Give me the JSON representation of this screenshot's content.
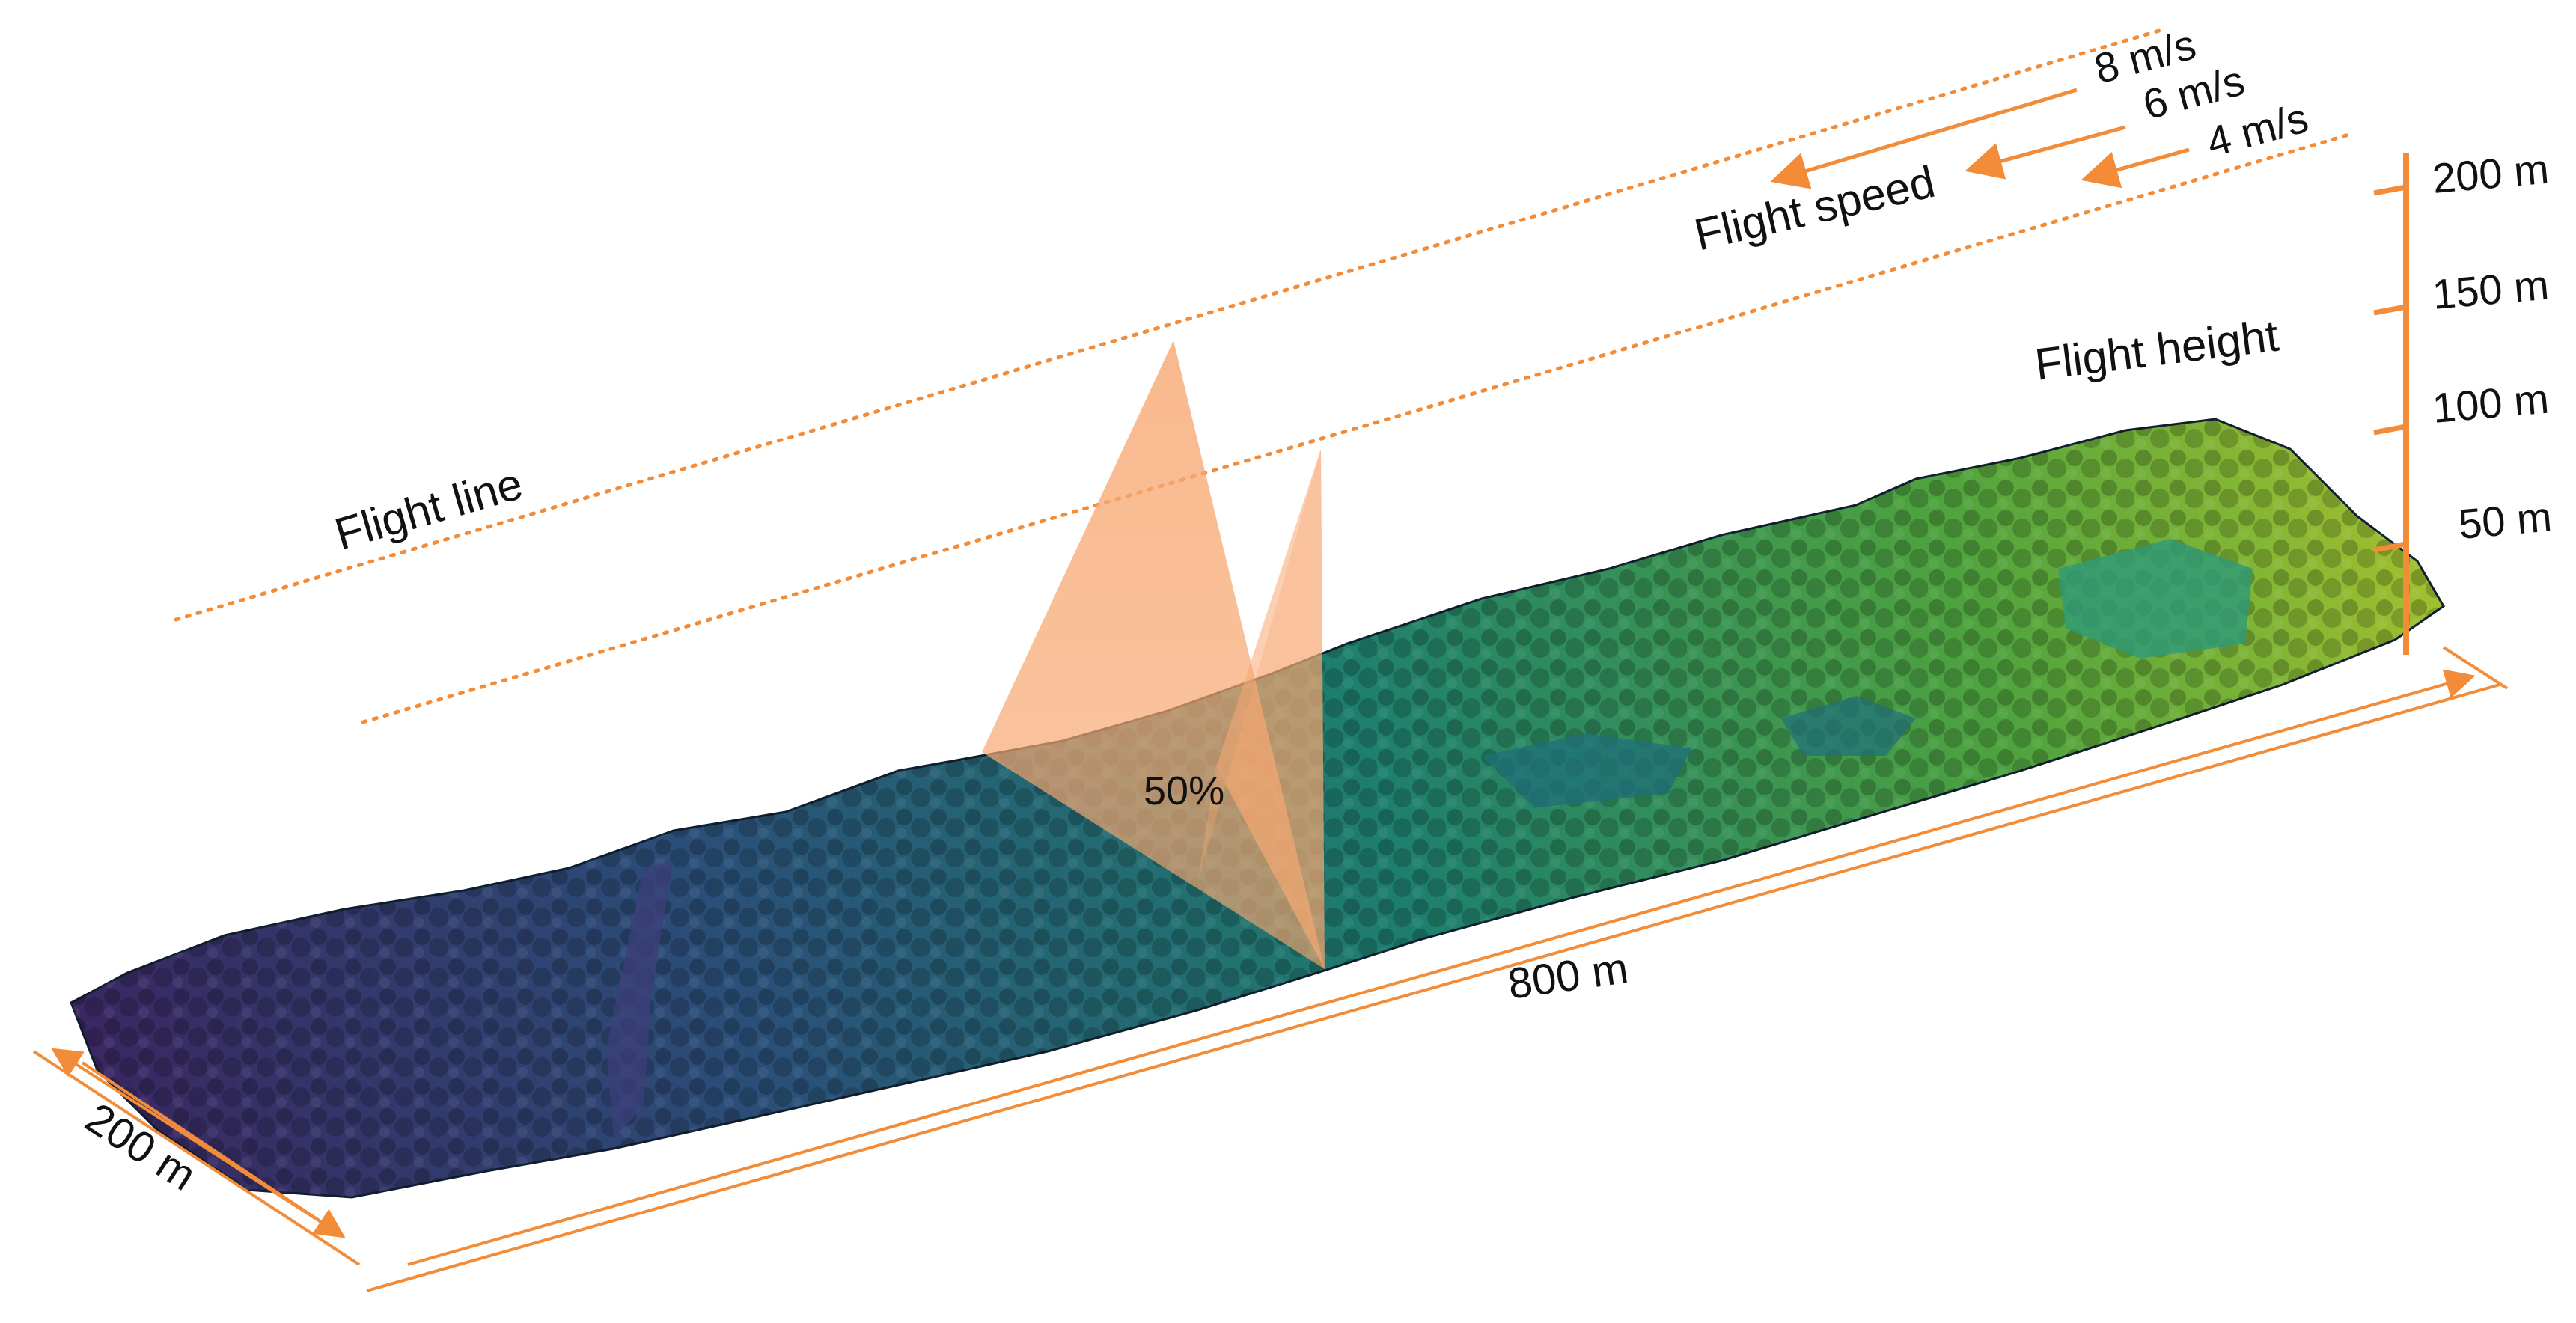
{
  "labels": {
    "flight_line": "Flight line",
    "flight_speed": "Flight speed",
    "flight_height": "Flight height",
    "overlap": "50%",
    "length": "800 m",
    "width": "200 m"
  },
  "speeds": [
    "8 m/s",
    "6 m/s",
    "4 m/s"
  ],
  "height_ticks": [
    "200 m",
    "150 m",
    "100 m",
    "50 m"
  ],
  "colors": {
    "accent": "#F28C38",
    "cone": "#F7A872",
    "canopy_low": "#3B2460",
    "canopy_mid": "#1E7F6E",
    "canopy_high": "#A9C32E"
  }
}
